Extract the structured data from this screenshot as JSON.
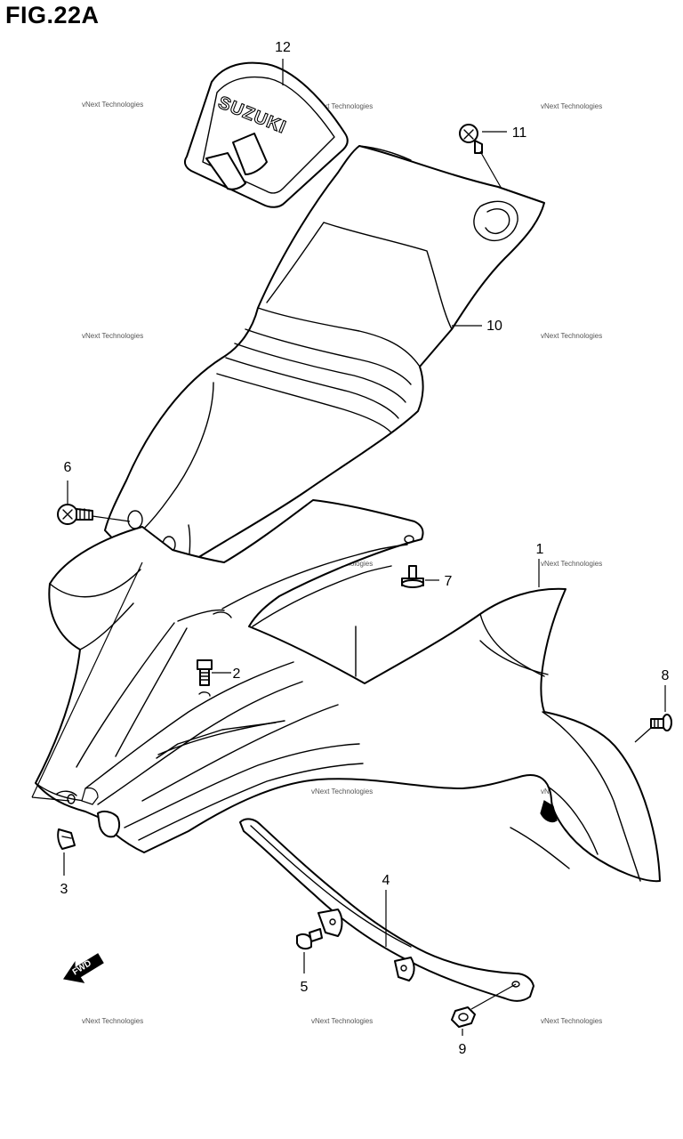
{
  "figure": {
    "title": "FIG.22A",
    "logo_text": "SUZUKI",
    "fwd_label": "FWD",
    "watermark": "vNext Technologies"
  },
  "callouts": [
    {
      "id": "1",
      "part": "front-fender"
    },
    {
      "id": "2",
      "part": "bolt"
    },
    {
      "id": "3",
      "part": "nut-clip"
    },
    {
      "id": "4",
      "part": "fender-brace"
    },
    {
      "id": "5",
      "part": "bolt"
    },
    {
      "id": "6",
      "part": "screw"
    },
    {
      "id": "7",
      "part": "bolt"
    },
    {
      "id": "8",
      "part": "bolt"
    },
    {
      "id": "9",
      "part": "nut"
    },
    {
      "id": "10",
      "part": "front-cover"
    },
    {
      "id": "11",
      "part": "screw"
    },
    {
      "id": "12",
      "part": "emblem"
    }
  ],
  "icons": [
    "fwd-arrow-icon"
  ]
}
